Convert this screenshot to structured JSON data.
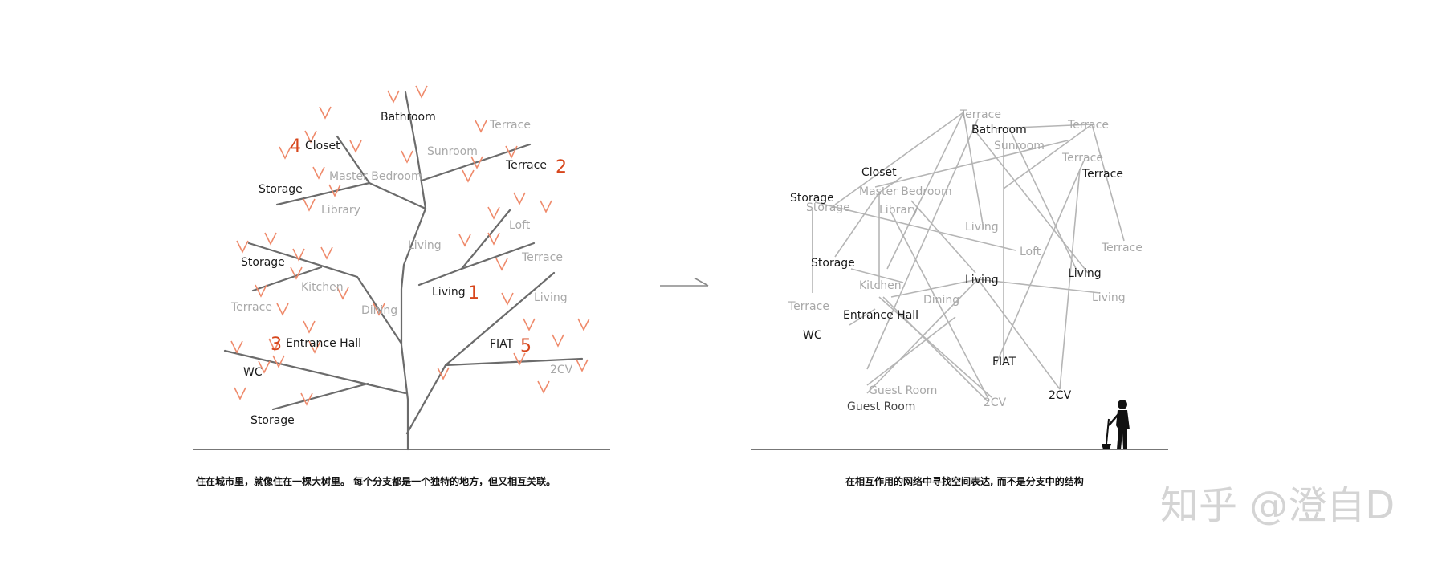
{
  "arrow_symbol": "→",
  "tree": {
    "labels": {
      "bathroom": "Bathroom",
      "terrace_top_gray": "Terrace",
      "sunroom": "Sunroom",
      "closet": "Closet",
      "terrace_2": "Terrace",
      "master_bedroom": "Master Bedroom",
      "storage_1": "Storage",
      "library": "Library",
      "loft": "Loft",
      "living_gray": "Living",
      "terrace_mid_gray": "Terrace",
      "storage_2": "Storage",
      "kitchen": "Kitchen",
      "living_1": "Living",
      "terrace_left_gray": "Terrace",
      "dining": "Dining",
      "living_right_gray": "Living",
      "entrance_hall": "Entrance Hall",
      "fiat": "FIAT",
      "wc": "WC",
      "2cv": "2CV",
      "storage_3": "Storage"
    },
    "numbers": {
      "n1": "1",
      "n2": "2",
      "n3": "3",
      "n4": "4",
      "n5": "5"
    },
    "caption": "住在城市里，就像住在一棵大树里。 每个分支都是一个独特的地方，但又相互关联。"
  },
  "network": {
    "labels": {
      "terrace_top": "Terrace",
      "bathroom": "Bathroom",
      "terrace_gray_r": "Terrace",
      "sunroom": "Sunroom",
      "terrace_r2": "Terrace",
      "terrace_r3": "Terrace",
      "closet": "Closet",
      "master_bedroom": "Master Bedroom",
      "storage_a": "Storage",
      "storage_b": "Storage",
      "library": "Library",
      "living_gray": "Living",
      "loft": "Loft",
      "terrace_right_far": "Terrace",
      "storage_c": "Storage",
      "living_right": "Living",
      "living_center": "Living",
      "kitchen": "Kitchen",
      "living_gray_r": "Living",
      "terrace_left": "Terrace",
      "dining": "Dining",
      "entrance_hall": "Entrance Hall",
      "wc": "WC",
      "fiat": "FIAT",
      "guest_room_gray": "Guest Room",
      "guest_room": "Guest Room",
      "2cv_gray": "2CV",
      "2cv": "2CV"
    },
    "caption": "在相互作用的网络中寻找空间表达, 而不是分支中的结构"
  },
  "watermark": "知乎 @澄自D"
}
